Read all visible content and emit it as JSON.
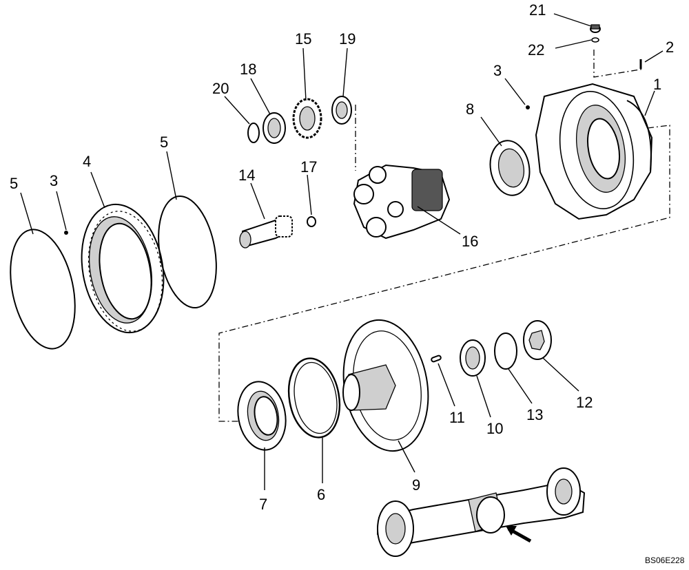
{
  "callouts": {
    "c1": "1",
    "c2": "2",
    "c3a": "3",
    "c3b": "3",
    "c4": "4",
    "c5a": "5",
    "c5b": "5",
    "c6": "6",
    "c7": "7",
    "c8": "8",
    "c9": "9",
    "c10": "10",
    "c11": "11",
    "c12": "12",
    "c13": "13",
    "c14": "14",
    "c15": "15",
    "c16": "16",
    "c17": "17",
    "c18": "18",
    "c19": "19",
    "c20": "20",
    "c21": "21",
    "c22": "22"
  },
  "reference_code": "BS06E228"
}
